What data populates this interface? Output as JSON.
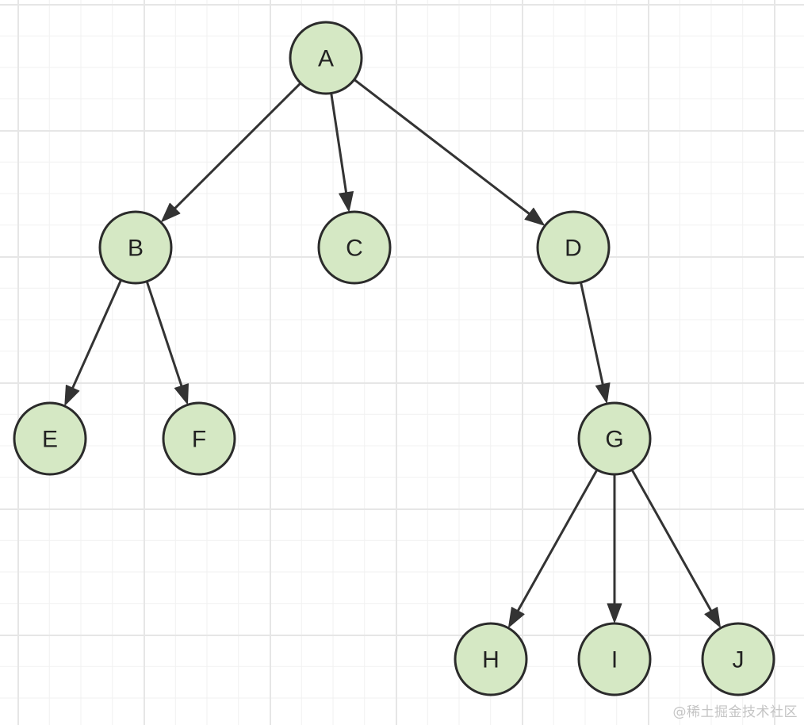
{
  "diagram": {
    "node_fill": "#d5e8c4",
    "node_stroke": "#2b2b2b",
    "edge_color": "#333333",
    "background": "#ffffff",
    "grid_color": "#e6e6e6",
    "nodes": [
      {
        "id": "A",
        "label": "A"
      },
      {
        "id": "B",
        "label": "B"
      },
      {
        "id": "C",
        "label": "C"
      },
      {
        "id": "D",
        "label": "D"
      },
      {
        "id": "E",
        "label": "E"
      },
      {
        "id": "F",
        "label": "F"
      },
      {
        "id": "G",
        "label": "G"
      },
      {
        "id": "H",
        "label": "H"
      },
      {
        "id": "I",
        "label": "I"
      },
      {
        "id": "J",
        "label": "J"
      }
    ],
    "edges": [
      {
        "from": "A",
        "to": "B"
      },
      {
        "from": "A",
        "to": "C"
      },
      {
        "from": "A",
        "to": "D"
      },
      {
        "from": "B",
        "to": "E"
      },
      {
        "from": "B",
        "to": "F"
      },
      {
        "from": "D",
        "to": "G"
      },
      {
        "from": "G",
        "to": "H"
      },
      {
        "from": "G",
        "to": "I"
      },
      {
        "from": "G",
        "to": "J"
      }
    ]
  },
  "watermark": "@稀土掘金技术社区"
}
